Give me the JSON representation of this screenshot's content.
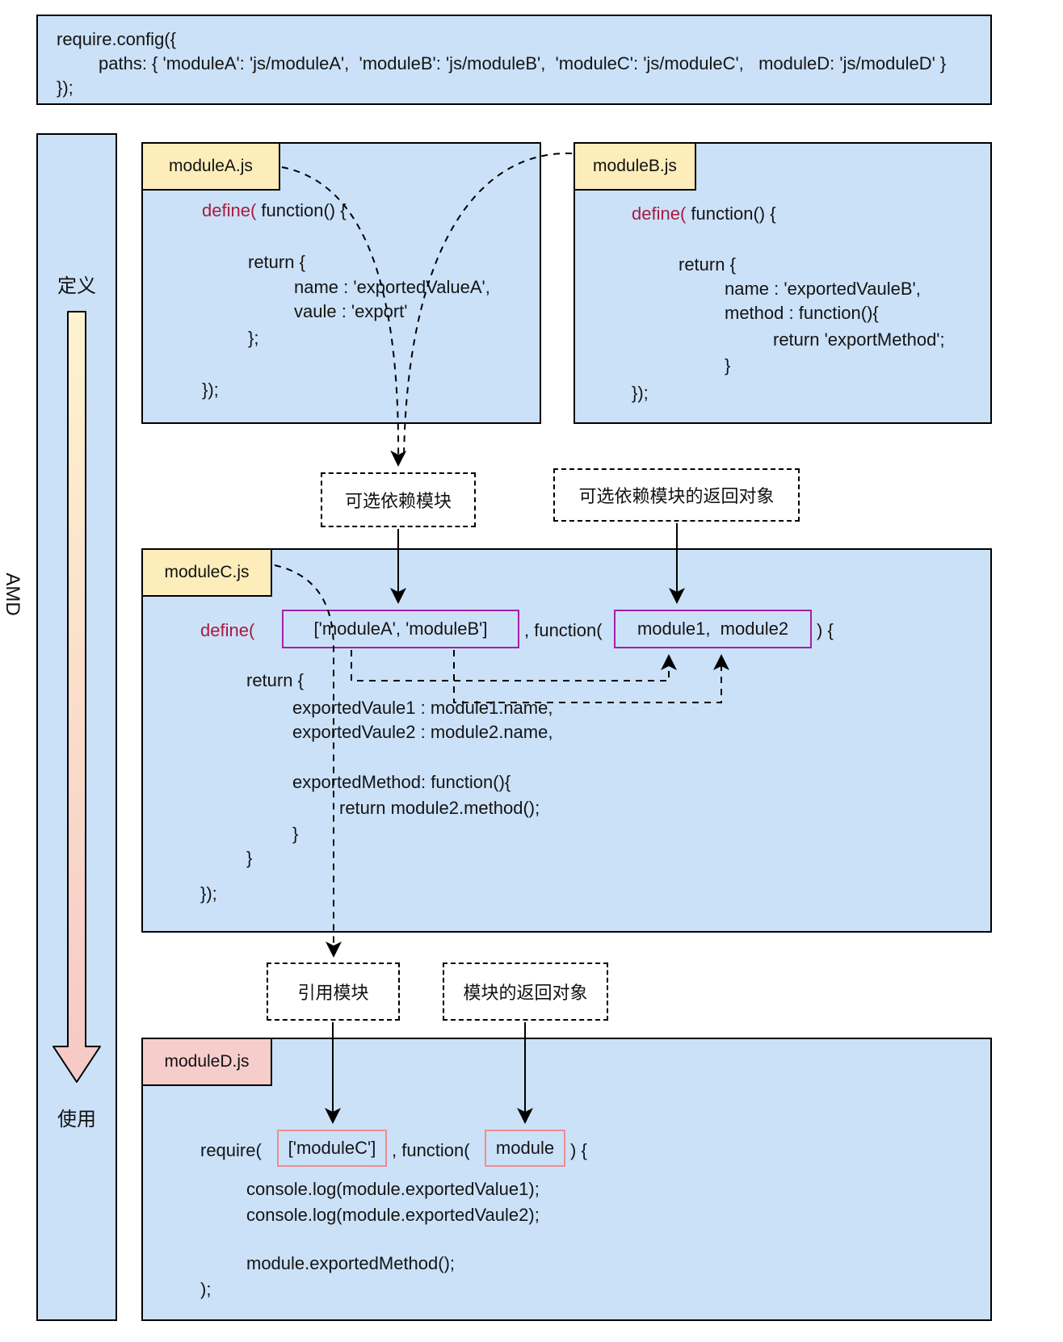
{
  "config_box": {
    "line1": "require.config({",
    "line2": "paths: { 'moduleA': 'js/moduleA',  'moduleB': 'js/moduleB',  'moduleC': 'js/moduleC',   moduleD: 'js/moduleD' }",
    "line3": "});"
  },
  "sidebar": {
    "top_label": "定义",
    "bottom_label": "使用",
    "axis_label": "AMD"
  },
  "module_a": {
    "title": "moduleA.js",
    "keyword": "define(",
    "after_keyword": " function() {",
    "line_return": "return {",
    "line_name": "name : 'exportedValueA',",
    "line_value": "vaule : 'export'",
    "line_obj_close": "};",
    "line_close": "});"
  },
  "module_b": {
    "title": "moduleB.js",
    "keyword": "define(",
    "after_keyword": " function() {",
    "line_return": "return {",
    "line_name": "name : 'exportedVauleB',",
    "line_method": "method : function(){",
    "line_method_body": "return 'exportMethod';",
    "line_method_close": "}",
    "line_close": "});"
  },
  "module_c": {
    "title": "moduleC.js",
    "keyword": "define(",
    "deps": "['moduleA', 'moduleB']",
    "between": ", function(",
    "params": "module1,  module2",
    "after_params": ") {",
    "line_return": "return {",
    "line_v1": "exportedVaule1 : module1.name,",
    "line_v2": "exportedVaule2 : module2.name,",
    "line_method": "exportedMethod: function(){",
    "line_method_body": "return module2.method();",
    "line_method_close": "}",
    "line_obj_close": "}",
    "line_close": "});"
  },
  "module_d": {
    "title": "moduleD.js",
    "keyword": "require(",
    "deps": "['moduleC']",
    "between": ", function(",
    "params": "module",
    "after_params": ") {",
    "line_log1": "console.log(module.exportedValue1);",
    "line_log2": "console.log(module.exportedVaule2);",
    "line_method": "module.exportedMethod();",
    "line_close": ");"
  },
  "annotations": {
    "optional_dep": "可选依赖模块",
    "optional_dep_return": "可选依赖模块的返回对象",
    "ref_module": "引用模块",
    "module_return": "模块的返回对象"
  },
  "colors": {
    "box_fill": "#cbe1f8",
    "tab_yellow": "#fdedbb",
    "tab_pink": "#f7cdcb",
    "purple_stroke": "#a620a6",
    "red_stroke": "#ef8d8b",
    "keyword_red": "#a61c3f",
    "arrow_gradient_top": "#fdf3d0",
    "arrow_gradient_bottom": "#f6c9c6"
  }
}
